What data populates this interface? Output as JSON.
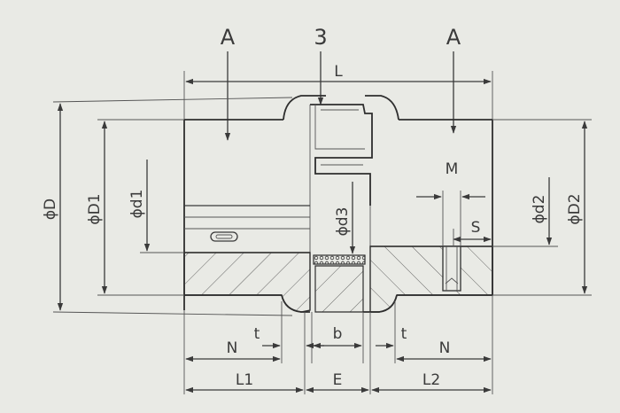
{
  "labels": {
    "section_left": "A",
    "part_number": "3",
    "section_right": "A",
    "overall_length": "L",
    "outer_diameter": "ϕD",
    "hub_diameter_1": "ϕD1",
    "bore_diameter_1": "ϕd1",
    "spider_diameter": "ϕd3",
    "bore_diameter_2": "ϕd2",
    "hub_diameter_2": "ϕD2",
    "set_screw": "M",
    "set_screw_distance": "S",
    "hub_length_left_engagement": "N",
    "gap_left": "t",
    "spider_width": "b",
    "gap_right": "t",
    "hub_length_right_engagement": "N",
    "hub_length_1": "L1",
    "spacer_length": "E",
    "hub_length_2": "L2"
  },
  "colors": {
    "paper": "#e9eae5",
    "ink": "#3a3a3a"
  }
}
